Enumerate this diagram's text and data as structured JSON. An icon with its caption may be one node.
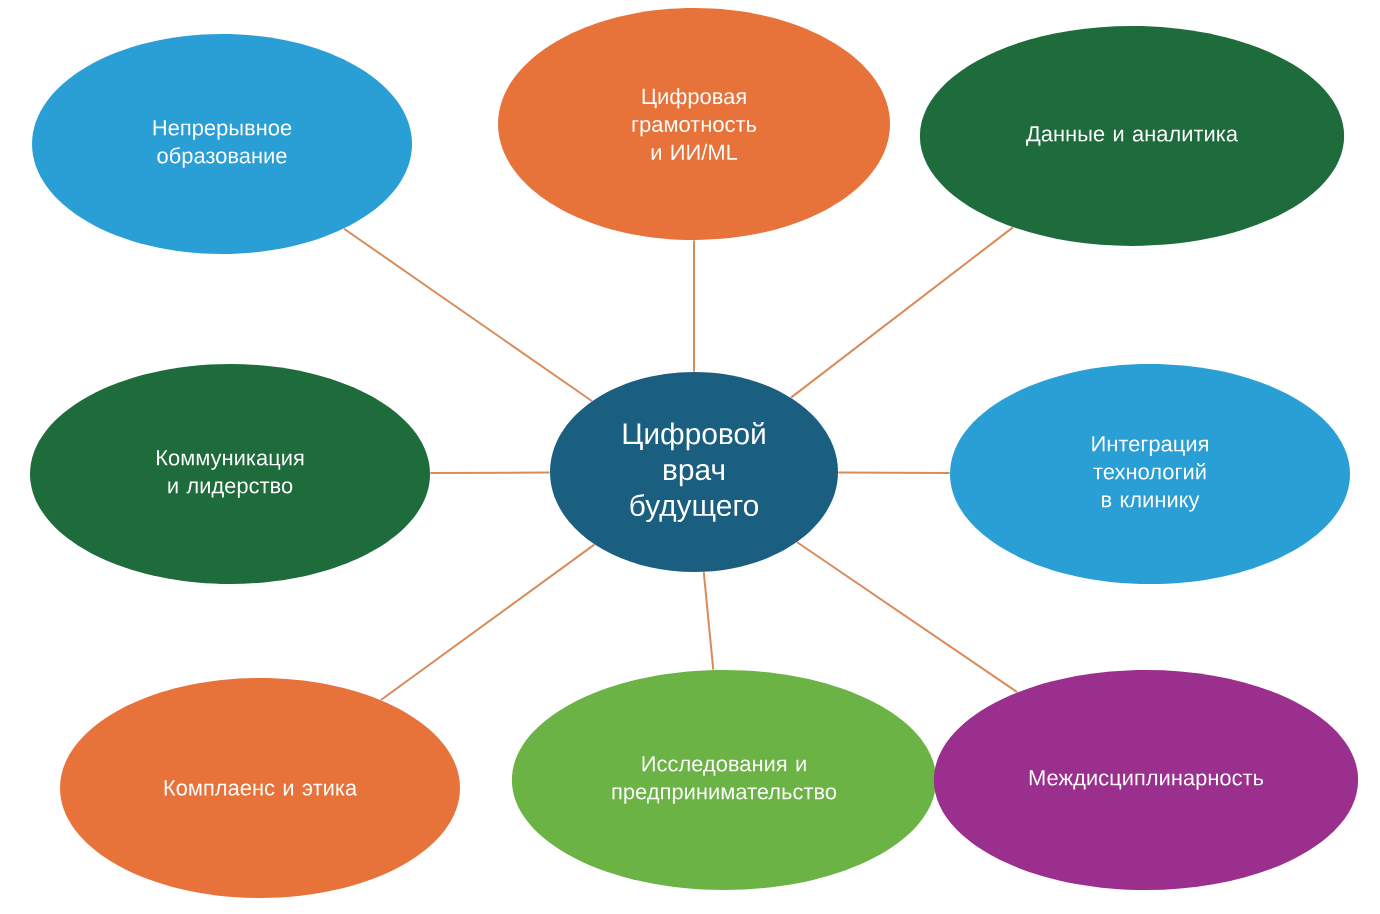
{
  "diagram": {
    "nodes": [
      {
        "text": [
          "Непрерывное образование"
        ]
      },
      {
        "text": [
          "Цифровая грамотность и ИИ/ML"
        ]
      },
      {
        "text": [
          "Данные и аналитика"
        ]
      },
      {
        "text": [
          "Коммуникация и лидерство"
        ]
      },
      {
        "text": [
          "Цифровой врач будущего"
        ]
      },
      {
        "text": [
          "Интеграция технологий в клинику"
        ]
      },
      {
        "text": [
          "Комплаенс и этика"
        ]
      },
      {
        "text": [
          "Исследования и предпринимательство"
        ]
      },
      {
        "text": [
          "Междисциплинарность"
        ]
      }
    ],
    "edges": [
      {
        "from": 4,
        "to": 0,
        "arrow": "none"
      },
      {
        "from": 4,
        "to": 1,
        "arrow": "none"
      },
      {
        "from": 4,
        "to": 2,
        "arrow": "none"
      },
      {
        "from": 4,
        "to": 3,
        "arrow": "none"
      },
      {
        "from": 4,
        "to": 5,
        "arrow": "none"
      },
      {
        "from": 4,
        "to": 6,
        "arrow": "none"
      },
      {
        "from": 4,
        "to": 7,
        "arrow": "none"
      },
      {
        "from": 4,
        "to": 8,
        "arrow": "none"
      }
    ]
  }
}
